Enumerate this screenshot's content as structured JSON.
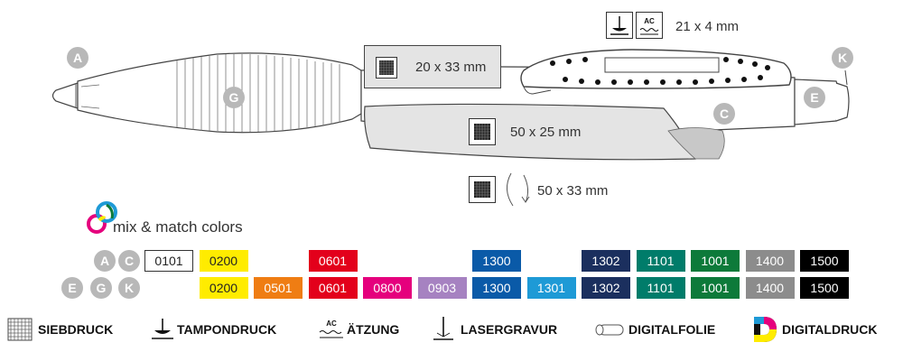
{
  "labels": {
    "a": "A",
    "c": "C",
    "e": "E",
    "g": "G",
    "k": "K"
  },
  "dimensions": {
    "print_top": "21 x 4 mm",
    "print_clip": "20 x 33 mm",
    "print_barrel": "50 x 25 mm",
    "print_rotate": "50 x 33 mm"
  },
  "mix": {
    "title": "mix & match colors"
  },
  "row1": {
    "labels": [
      "A",
      "C"
    ],
    "swatches": [
      {
        "code": "0101",
        "bg": "#ffffff",
        "fg": "#222222",
        "border": "#333333",
        "col": 0
      },
      {
        "code": "0200",
        "bg": "#ffec00",
        "fg": "#222222",
        "col": 1
      },
      {
        "code": "0601",
        "bg": "#e3001b",
        "fg": "#ffffff",
        "col": 3
      },
      {
        "code": "1300",
        "bg": "#0a5aa8",
        "fg": "#ffffff",
        "col": 6
      },
      {
        "code": "1302",
        "bg": "#1b2f5e",
        "fg": "#ffffff",
        "col": 8
      },
      {
        "code": "1101",
        "bg": "#007c6a",
        "fg": "#ffffff",
        "col": 9
      },
      {
        "code": "1001",
        "bg": "#0d7a3a",
        "fg": "#ffffff",
        "col": 10
      },
      {
        "code": "1400",
        "bg": "#8c8c8c",
        "fg": "#ffffff",
        "col": 11
      },
      {
        "code": "1500",
        "bg": "#000000",
        "fg": "#ffffff",
        "col": 12
      }
    ]
  },
  "row2": {
    "labels": [
      "E",
      "G",
      "K"
    ],
    "swatches": [
      {
        "code": "0200",
        "bg": "#ffec00",
        "fg": "#222222",
        "col": 1
      },
      {
        "code": "0501",
        "bg": "#ef7d13",
        "fg": "#ffffff",
        "col": 2
      },
      {
        "code": "0601",
        "bg": "#e3001b",
        "fg": "#ffffff",
        "col": 3
      },
      {
        "code": "0800",
        "bg": "#e5007d",
        "fg": "#ffffff",
        "col": 4
      },
      {
        "code": "0903",
        "bg": "#a682c1",
        "fg": "#ffffff",
        "col": 5
      },
      {
        "code": "1300",
        "bg": "#0a5aa8",
        "fg": "#ffffff",
        "col": 6
      },
      {
        "code": "1301",
        "bg": "#1e9ad6",
        "fg": "#ffffff",
        "col": 7
      },
      {
        "code": "1302",
        "bg": "#1b2f5e",
        "fg": "#ffffff",
        "col": 8
      },
      {
        "code": "1101",
        "bg": "#007c6a",
        "fg": "#ffffff",
        "col": 9
      },
      {
        "code": "1001",
        "bg": "#0d7a3a",
        "fg": "#ffffff",
        "col": 10
      },
      {
        "code": "1400",
        "bg": "#8c8c8c",
        "fg": "#ffffff",
        "col": 11
      },
      {
        "code": "1500",
        "bg": "#000000",
        "fg": "#ffffff",
        "col": 12
      }
    ]
  },
  "legend": {
    "siebdruck": "SIEBDRUCK",
    "tampondruck": "TAMPONDRUCK",
    "aetzung": "ÄTZUNG",
    "lasergravur": "LASERGRAVUR",
    "digitalfolie": "DIGITALFOLIE",
    "digitaldruck": "DIGITALDRUCK",
    "ac_mark": "AC"
  }
}
